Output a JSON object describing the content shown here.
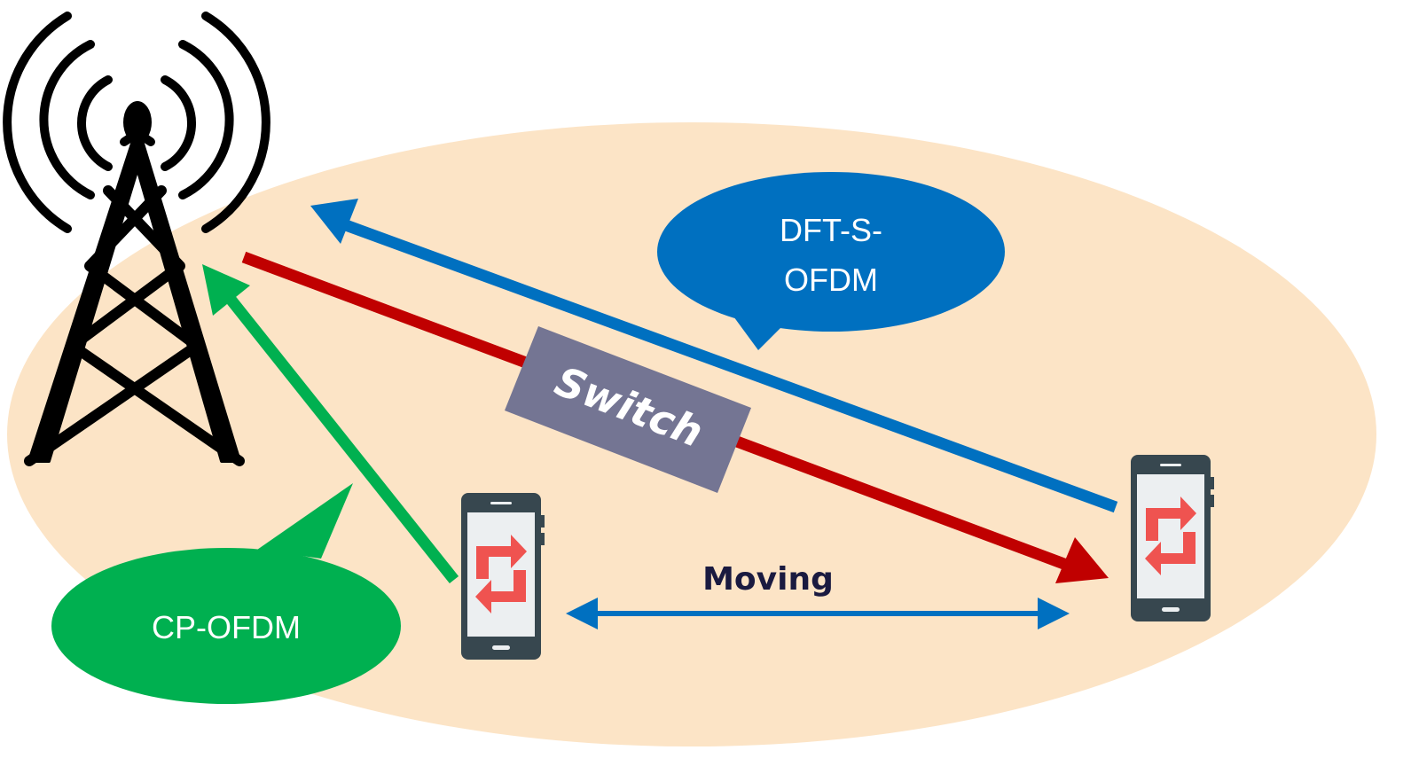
{
  "labels": {
    "dft_line1": "DFT-S-",
    "dft_line2": "OFDM",
    "cp": "CP-OFDM",
    "switch": "Switch",
    "moving": "Moving"
  },
  "colors": {
    "coverage": "#fce4c6",
    "blue": "#0070c0",
    "red": "#c00000",
    "green": "#00b050",
    "switch_box": "#747593",
    "tower": "#000000",
    "phone_body": "#37474f",
    "phone_screen": "#eceff1",
    "phone_arrow": "#ef5350",
    "moving_text": "#1a1a40"
  },
  "icons": [
    "cell-tower-icon",
    "smartphone-icon"
  ]
}
